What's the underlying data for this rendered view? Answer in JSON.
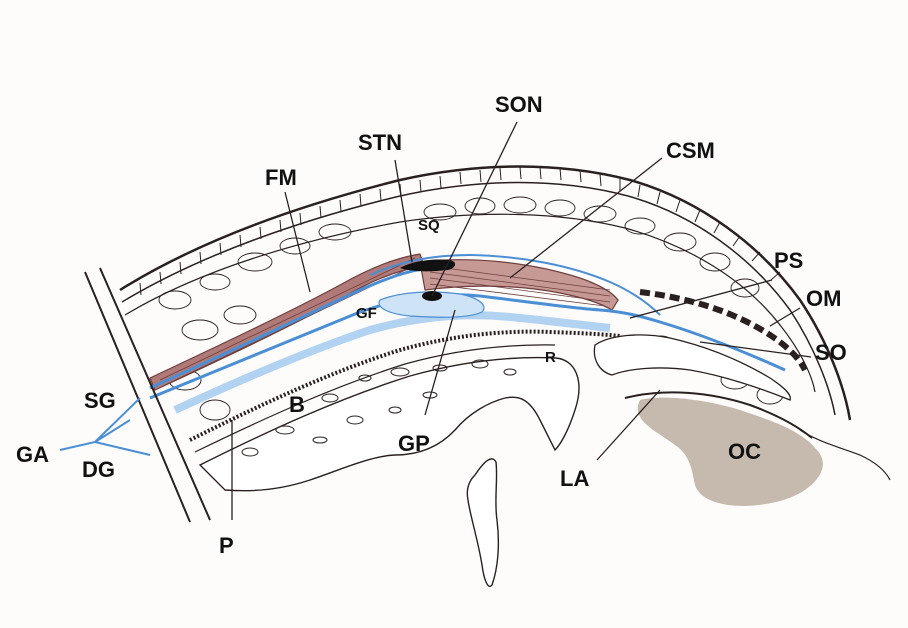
{
  "labels": {
    "son": "SON",
    "stn": "STN",
    "csm": "CSM",
    "fm": "FM",
    "sq": "SQ",
    "ps": "PS",
    "om": "OM",
    "gf": "GF",
    "so": "SO",
    "sg": "SG",
    "b": "B",
    "r": "R",
    "ga": "GA",
    "dg": "DG",
    "gp": "GP",
    "la": "LA",
    "oc": "OC",
    "p": "P"
  },
  "colors": {
    "ink": "#2a2020",
    "vessel": "#4a8fd6",
    "vessel_light": "#a9cdef",
    "muscle": "#b07a78",
    "muscle_dark": "#6e3e3c",
    "orbit_fill": "#b8a89a",
    "bone": "#ffffff"
  }
}
